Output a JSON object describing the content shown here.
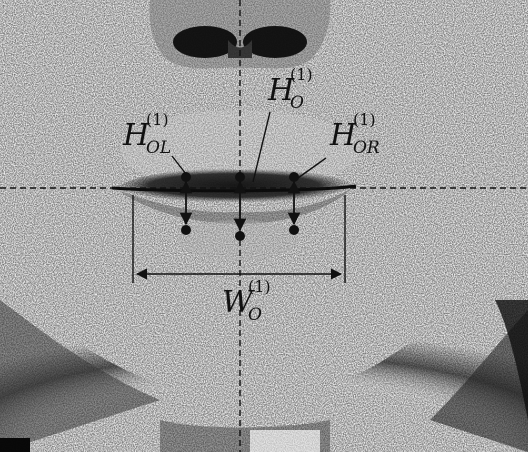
{
  "figure": {
    "labels": {
      "height_center": {
        "main": "H",
        "sub": "O",
        "sup": "(1)"
      },
      "height_left": {
        "main": "H",
        "sub": "OL",
        "sup": "(1)"
      },
      "height_right": {
        "main": "H",
        "sub": "OR",
        "sup": "(1)"
      },
      "width": {
        "main": "W",
        "sub": "O",
        "sup": "(1)"
      }
    },
    "colors": {
      "ink": "#111111",
      "skin_shadow": "#3a3a3a",
      "background": "#ffffff"
    }
  }
}
